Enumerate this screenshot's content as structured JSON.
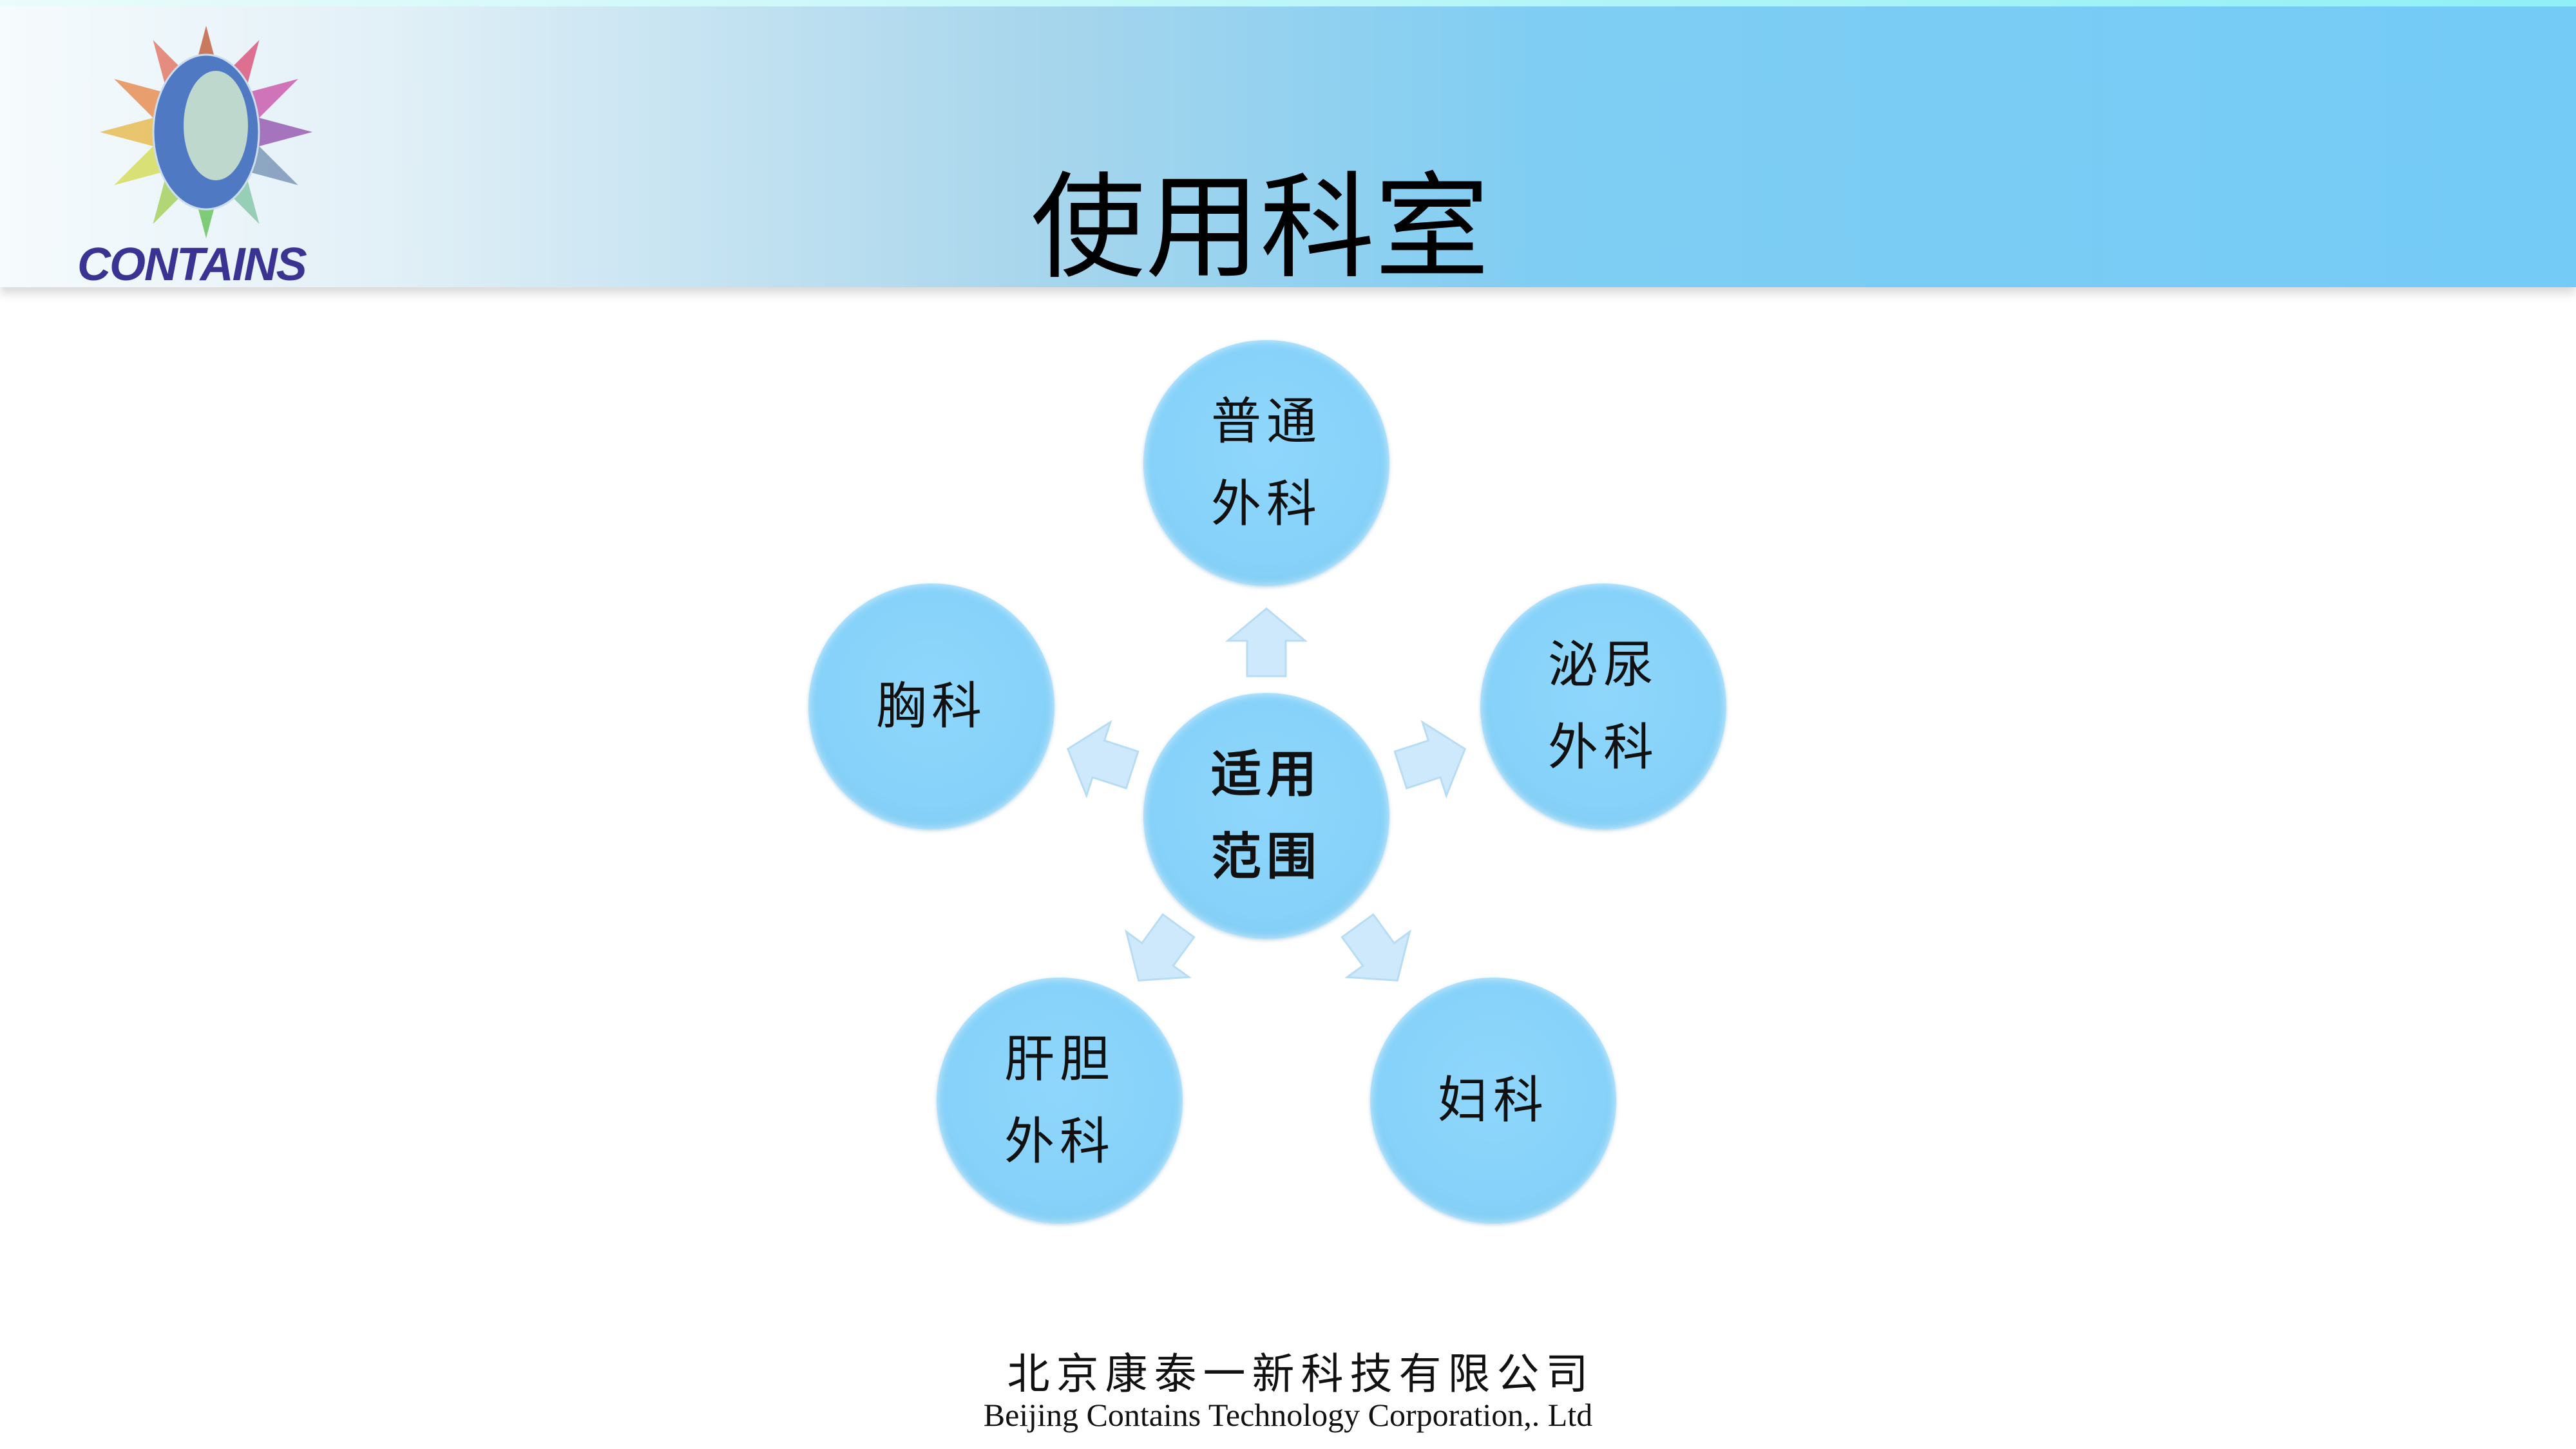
{
  "header": {
    "title": "使用科室",
    "logo_text": "CONTAINS"
  },
  "diagram": {
    "center": [
      "适用",
      "范围"
    ],
    "departments": [
      {
        "lines": [
          "普通",
          "外科"
        ]
      },
      {
        "lines": [
          "泌尿",
          "外科"
        ]
      },
      {
        "lines": [
          "妇科"
        ]
      },
      {
        "lines": [
          "肝胆",
          "外科"
        ]
      },
      {
        "lines": [
          "胸科"
        ]
      }
    ]
  },
  "footer": {
    "company_cn": "北京康泰一新科技有限公司",
    "company_en": "Beijing Contains Technology Corporation,. Ltd"
  },
  "colors": {
    "circle": "#86d2fa",
    "arrow": "#cde9fb",
    "logo_text": "#3a3391"
  }
}
